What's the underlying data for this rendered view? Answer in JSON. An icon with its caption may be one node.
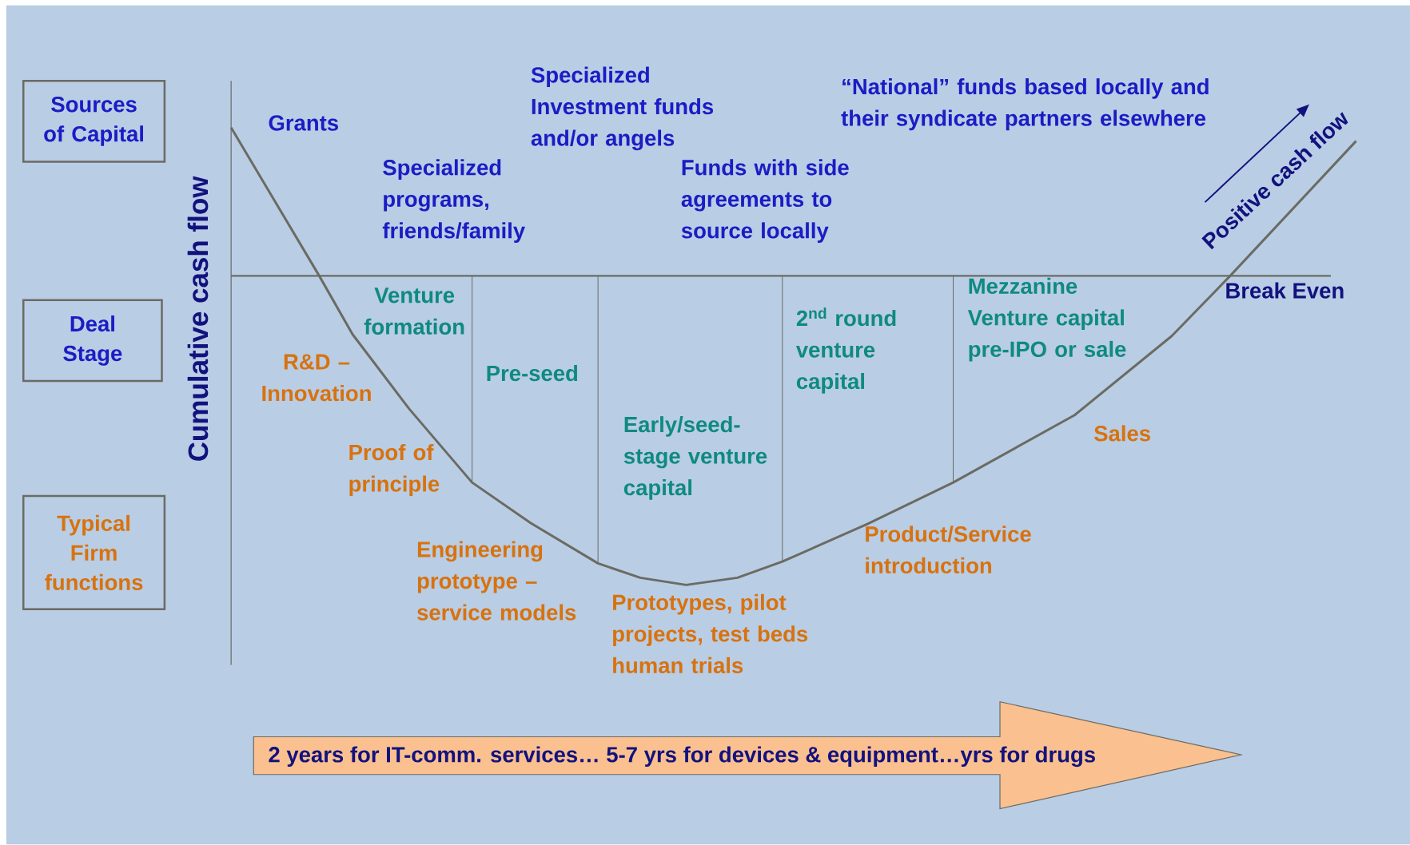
{
  "diagram": {
    "nodes": [
      {
        "text": [
          "Sources of Capital"
        ]
      },
      {
        "text": [
          "Deal Stage"
        ]
      },
      {
        "text": [
          "Typical Firm functions"
        ]
      },
      {
        "text": [
          "2 years for IT-comm. services… 5-7 yrs for devices & equipment…yrs for drugs"
        ]
      }
    ],
    "labels": [
      "Cumulative cash flow",
      "Grants",
      "Specialized programs, friends/family",
      "Specialized Investment funds and/or angels",
      "Funds with side agreements to source locally",
      "“National” funds based locally and their syndicate partners elsewhere",
      "Break Even",
      "Positive cash flow",
      "Venture formation",
      "Pre-seed",
      "Early/seed-stage venture capital",
      "\\mathbf{2}^{\\mathbf{nd}}",
      "round venture capital",
      "Mezzanine Venture capital pre-IPO or sale",
      "R&D – Innovation",
      "Proof of principle",
      "Engineering prototype – service models",
      "Prototypes, pilot projects, test beds human trials",
      "Product/Service introduction",
      "Sales"
    ]
  }
}
